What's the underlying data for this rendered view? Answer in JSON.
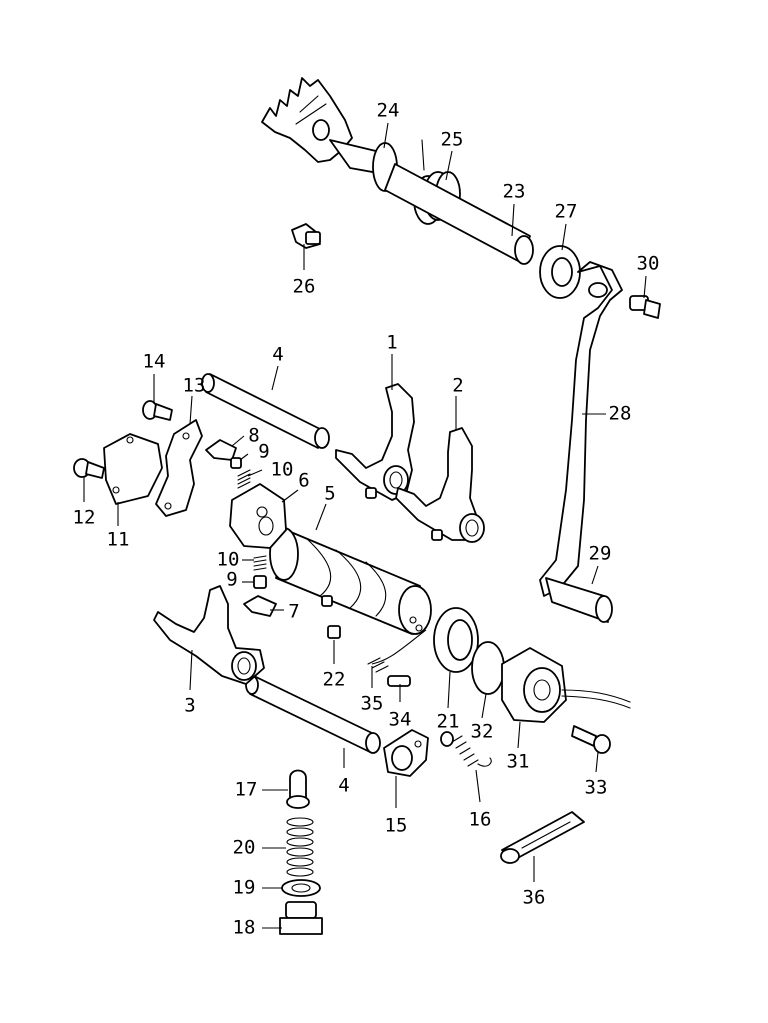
{
  "callouts": [
    {
      "id": "c1",
      "text": "1"
    },
    {
      "id": "c2",
      "text": "2"
    },
    {
      "id": "c3",
      "text": "3"
    },
    {
      "id": "c4a",
      "text": "4"
    },
    {
      "id": "c4b",
      "text": "4"
    },
    {
      "id": "c5",
      "text": "5"
    },
    {
      "id": "c6",
      "text": "6"
    },
    {
      "id": "c7",
      "text": "7"
    },
    {
      "id": "c8",
      "text": "8"
    },
    {
      "id": "c9a",
      "text": "9"
    },
    {
      "id": "c9b",
      "text": "9"
    },
    {
      "id": "c10a",
      "text": "10"
    },
    {
      "id": "c10b",
      "text": "10"
    },
    {
      "id": "c11",
      "text": "11"
    },
    {
      "id": "c12",
      "text": "12"
    },
    {
      "id": "c13",
      "text": "13"
    },
    {
      "id": "c14",
      "text": "14"
    },
    {
      "id": "c15",
      "text": "15"
    },
    {
      "id": "c16",
      "text": "16"
    },
    {
      "id": "c17",
      "text": "17"
    },
    {
      "id": "c18",
      "text": "18"
    },
    {
      "id": "c19",
      "text": "19"
    },
    {
      "id": "c20",
      "text": "20"
    },
    {
      "id": "c21",
      "text": "21"
    },
    {
      "id": "c22",
      "text": "22"
    },
    {
      "id": "c23",
      "text": "23"
    },
    {
      "id": "c24",
      "text": "24"
    },
    {
      "id": "c25",
      "text": "25"
    },
    {
      "id": "c26",
      "text": "26"
    },
    {
      "id": "c27",
      "text": "27"
    },
    {
      "id": "c28",
      "text": "28"
    },
    {
      "id": "c29",
      "text": "29"
    },
    {
      "id": "c30",
      "text": "30"
    },
    {
      "id": "c31",
      "text": "31"
    },
    {
      "id": "c32",
      "text": "32"
    },
    {
      "id": "c33",
      "text": "33"
    },
    {
      "id": "c34",
      "text": "34"
    },
    {
      "id": "c35",
      "text": "35"
    },
    {
      "id": "c36",
      "text": "36"
    }
  ],
  "colors": {
    "ink": "#000000",
    "paper": "#ffffff"
  }
}
